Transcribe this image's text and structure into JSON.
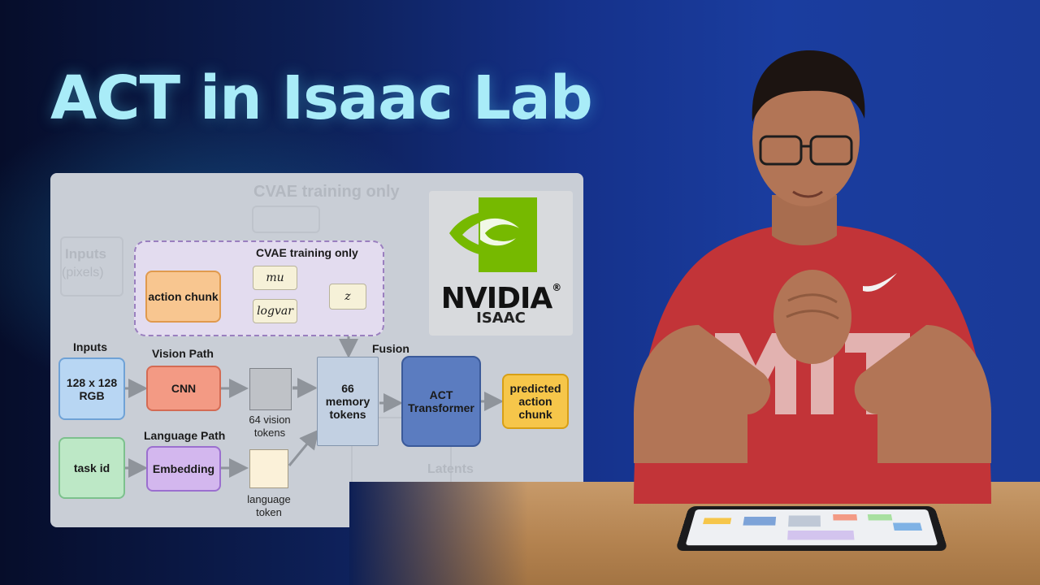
{
  "title": "ACT in Isaac Lab",
  "diagram": {
    "ghost_cvae_label": "CVAE training only",
    "ghost_inputs_label": "Inputs",
    "ghost_inputs_sub": "(pixels)",
    "ghost_latents_label": "Latents",
    "cvae_label": "CVAE training only",
    "action_chunk": "action chunk",
    "mu": "mu",
    "logvar": "logvar",
    "z": "z",
    "inputs_label": "Inputs",
    "vision_path_label": "Vision Path",
    "language_path_label": "Language Path",
    "fusion_label": "Fusion",
    "rgb_box": "128 x 128 RGB",
    "cnn_box": "CNN",
    "vision_tokens": "64 vision tokens",
    "task_id_box": "task id",
    "embedding_box": "Embedding",
    "language_token": "language token",
    "memory_box": "66 memory tokens",
    "transformer_box": "ACT Transformer",
    "predicted_box": "predicted action chunk"
  },
  "logo": {
    "brand": "NVIDIA",
    "registered": "®",
    "product": "ISAAC",
    "icon": "nvidia-eye-icon",
    "green": "#76b900"
  },
  "colors": {
    "title": "#a9ecf8",
    "shirt": "#c23438",
    "background": "#15318a"
  }
}
